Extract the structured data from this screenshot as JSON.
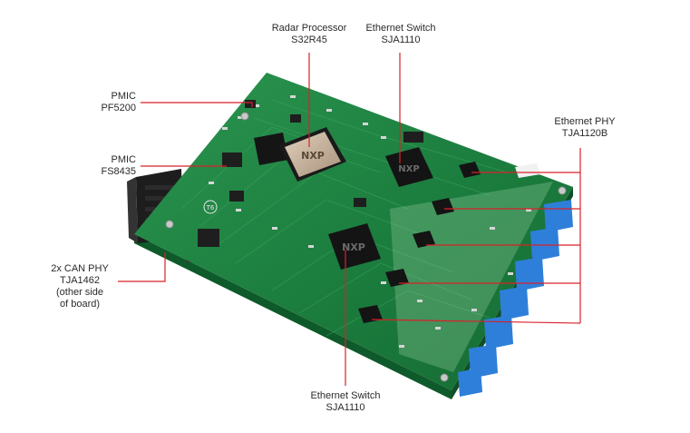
{
  "colors": {
    "board": "#1b7d3e",
    "board_light": "#2c9550",
    "board_edge": "#0e5a2a",
    "chip": "#1c1c1c",
    "processor": "#c7b39b",
    "connector": "#2e7fd9",
    "leader": "#d9212b",
    "text": "#2a2a2a"
  },
  "labels": {
    "radar_processor": {
      "line1": "Radar Processor",
      "line2": "S32R45"
    },
    "ethernet_switch_top": {
      "line1": "Ethernet Switch",
      "line2": "SJA1110"
    },
    "pmic_1": {
      "line1": "PMIC",
      "line2": "PF5200"
    },
    "pmic_2": {
      "line1": "PMIC",
      "line2": "FS8435"
    },
    "can_phy": {
      "line1": "2x CAN PHY",
      "line2": "TJA1462",
      "line3": "(other side",
      "line4": "of board)"
    },
    "ethernet_phy": {
      "line1": "Ethernet PHY",
      "line2": "TJA1120B"
    },
    "ethernet_switch_bottom": {
      "line1": "Ethernet Switch",
      "line2": "SJA1110"
    }
  },
  "silkscreen": {
    "chip_logo": "NXP",
    "board_marker": "T6"
  }
}
